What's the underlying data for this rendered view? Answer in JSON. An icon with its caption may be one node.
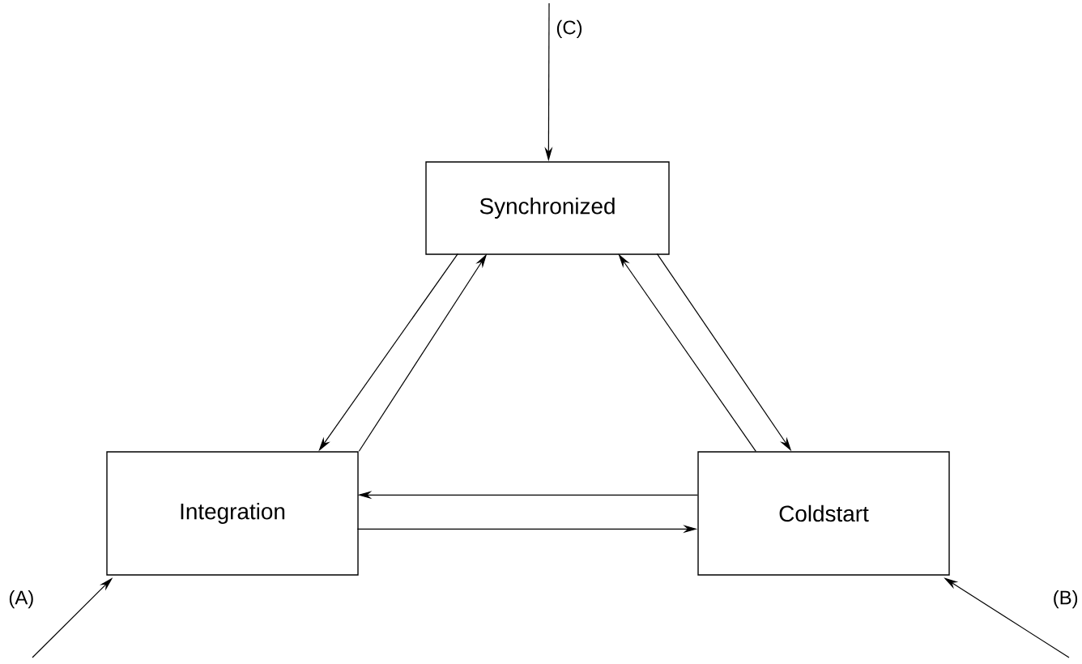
{
  "diagram": {
    "nodes": [
      {
        "text": [
          "Synchronized"
        ]
      },
      {
        "text": [
          "Integration"
        ]
      },
      {
        "text": [
          "Coldstart"
        ]
      }
    ],
    "edges": [
      {
        "from": null,
        "to": 0,
        "arrow": "to",
        "label": "(C)"
      },
      {
        "from": null,
        "to": 1,
        "arrow": "to",
        "label": "(A)"
      },
      {
        "from": null,
        "to": 2,
        "arrow": "to",
        "label": "(B)"
      },
      {
        "from": 0,
        "to": 1,
        "arrow": "to"
      },
      {
        "from": 1,
        "to": 0,
        "arrow": "to"
      },
      {
        "from": 2,
        "to": 0,
        "arrow": "to"
      },
      {
        "from": 0,
        "to": 2,
        "arrow": "to"
      },
      {
        "from": 2,
        "to": 1,
        "arrow": "to"
      },
      {
        "from": 1,
        "to": 2,
        "arrow": "to"
      }
    ]
  }
}
